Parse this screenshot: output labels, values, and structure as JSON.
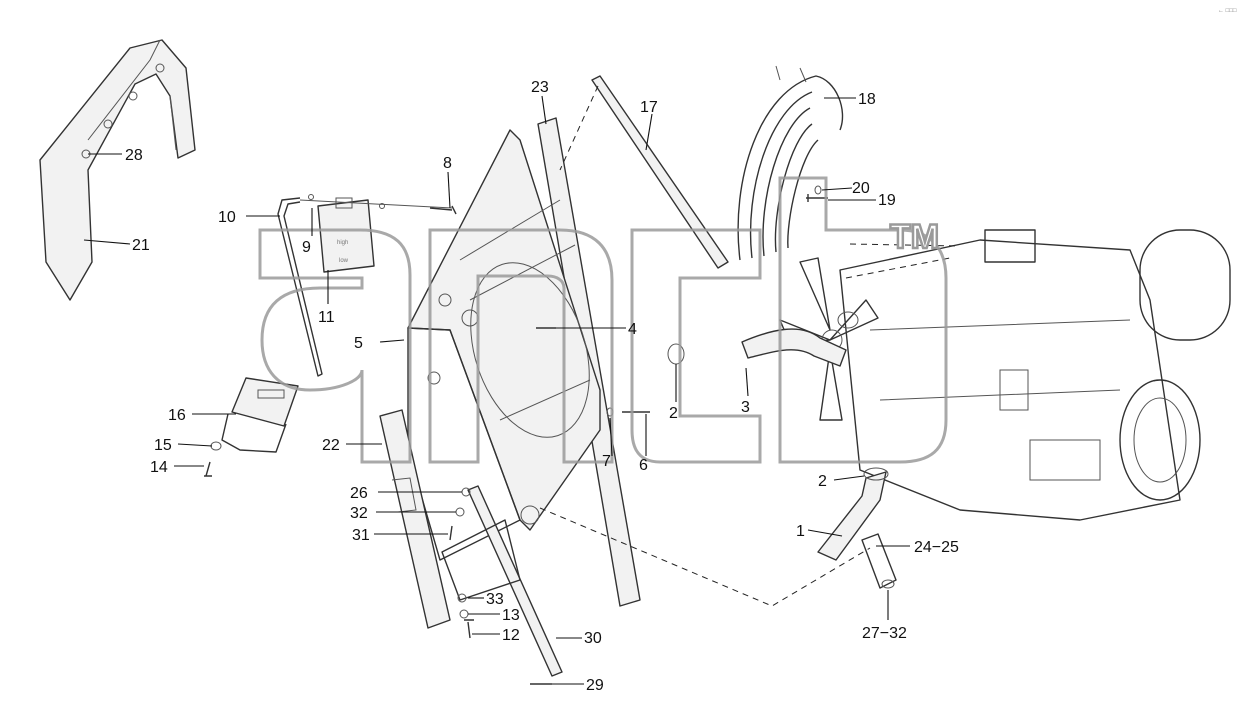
{
  "watermark": {
    "trademark": "TM"
  },
  "corner_mark": "← □□□",
  "callouts": {
    "c1": "1",
    "c2a": "2",
    "c2b": "2",
    "c3": "3",
    "c4": "4",
    "c5": "5",
    "c6": "6",
    "c7": "7",
    "c8": "8",
    "c9": "9",
    "c10": "10",
    "c11": "11",
    "c12": "12",
    "c13": "13",
    "c14": "14",
    "c15": "15",
    "c16": "16",
    "c17": "17",
    "c18": "18",
    "c19": "19",
    "c20": "20",
    "c21": "21",
    "c22": "22",
    "c23": "23",
    "c24_25": "24−25",
    "c26": "26",
    "c27_32": "27−32",
    "c28": "28",
    "c29": "29",
    "c30": "30",
    "c31": "31",
    "c32": "32",
    "c33": "33"
  },
  "tank_labels": {
    "high": "high",
    "low": "low"
  }
}
